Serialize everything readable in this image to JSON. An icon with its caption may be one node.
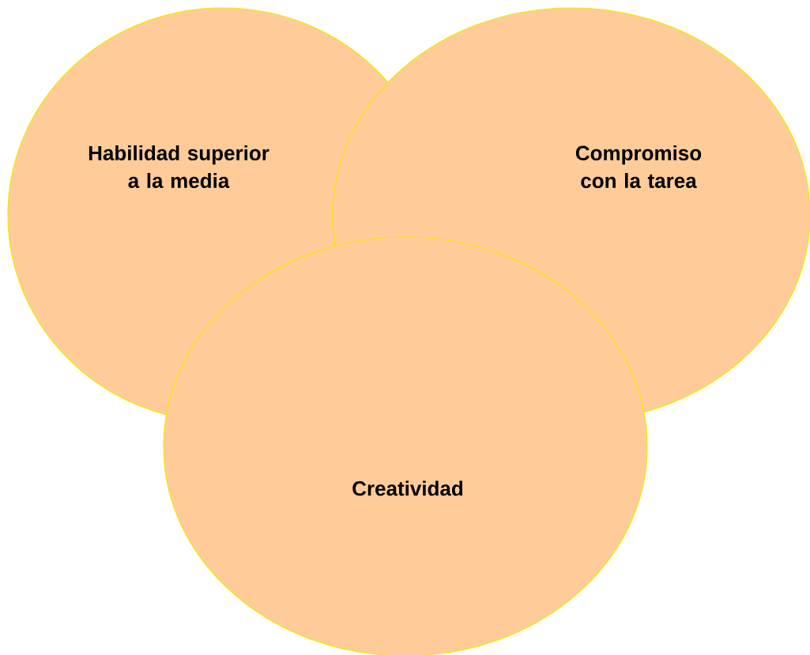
{
  "diagram": {
    "nodes": [
      {
        "text": [
          "Habilidad superior a la media"
        ]
      },
      {
        "text": [
          "Compromiso con la tarea"
        ]
      },
      {
        "text": [
          "Creatividad"
        ]
      }
    ]
  }
}
